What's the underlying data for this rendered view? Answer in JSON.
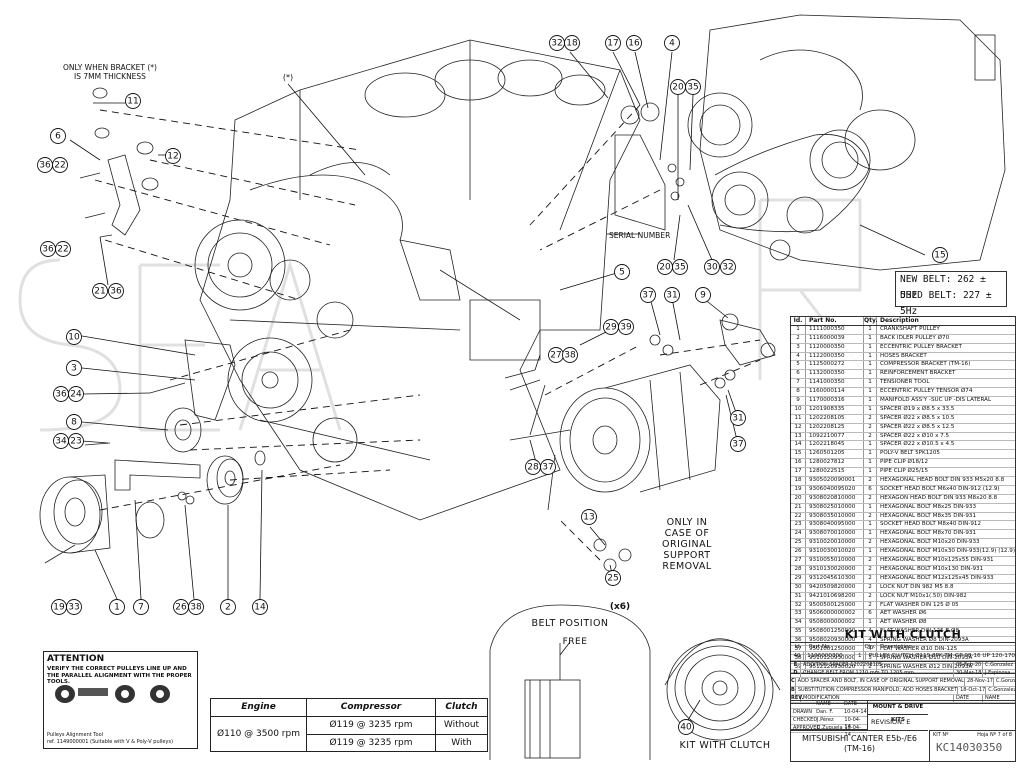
{
  "notes": {
    "bracket_note": [
      "ONLY WHEN BRACKET (*)",
      "IS 7MM THICKNESS"
    ],
    "asterisk": "(*)",
    "serial_number": "SERIAL NUMBER",
    "only_in_case": [
      "ONLY IN",
      "CASE OF",
      "ORIGINAL",
      "SUPPORT",
      "REMOVAL"
    ],
    "belt_position": "BELT POSITION",
    "free": "FREE",
    "kit_with_clutch_caption": "KIT WITH CLUTCH",
    "x6": "(x6)"
  },
  "belt": {
    "new_label": "NEW BELT:",
    "new_value": "262 ± 5Hz",
    "used_label": "USED BELT:",
    "used_value": "227 ± 5Hz"
  },
  "callouts": [
    {
      "id": "c32",
      "text": "32"
    },
    {
      "id": "c18",
      "text": "18"
    },
    {
      "id": "c17",
      "text": "17"
    },
    {
      "id": "c16",
      "text": "16"
    },
    {
      "id": "c4",
      "text": "4"
    },
    {
      "id": "c20a",
      "text": "20"
    },
    {
      "id": "c35a",
      "text": "35"
    },
    {
      "id": "c11",
      "text": "11"
    },
    {
      "id": "c6",
      "text": "6"
    },
    {
      "id": "c12",
      "text": "12"
    },
    {
      "id": "c36a",
      "text": "36"
    },
    {
      "id": "c22a",
      "text": "22"
    },
    {
      "id": "c36b",
      "text": "36"
    },
    {
      "id": "c22b",
      "text": "22"
    },
    {
      "id": "c21",
      "text": "21"
    },
    {
      "id": "c36c",
      "text": "36"
    },
    {
      "id": "c20b",
      "text": "20"
    },
    {
      "id": "c35b",
      "text": "35"
    },
    {
      "id": "c30",
      "text": "30"
    },
    {
      "id": "c32b",
      "text": "32"
    },
    {
      "id": "c15",
      "text": "15"
    },
    {
      "id": "c5",
      "text": "5"
    },
    {
      "id": "c37a",
      "text": "37"
    },
    {
      "id": "c31a",
      "text": "31"
    },
    {
      "id": "c9",
      "text": "9"
    },
    {
      "id": "c29",
      "text": "29"
    },
    {
      "id": "c39",
      "text": "39"
    },
    {
      "id": "c10",
      "text": "10"
    },
    {
      "id": "c3",
      "text": "3"
    },
    {
      "id": "c27a",
      "text": "27"
    },
    {
      "id": "c38a",
      "text": "38"
    },
    {
      "id": "c36d",
      "text": "36"
    },
    {
      "id": "c24",
      "text": "24"
    },
    {
      "id": "c8",
      "text": "8"
    },
    {
      "id": "c31b",
      "text": "31"
    },
    {
      "id": "c34",
      "text": "34"
    },
    {
      "id": "c23",
      "text": "23"
    },
    {
      "id": "c37b",
      "text": "37"
    },
    {
      "id": "c28",
      "text": "28"
    },
    {
      "id": "c37c",
      "text": "37"
    },
    {
      "id": "c13",
      "text": "13"
    },
    {
      "id": "c25",
      "text": "25"
    },
    {
      "id": "c19",
      "text": "19"
    },
    {
      "id": "c33",
      "text": "33"
    },
    {
      "id": "c1",
      "text": "1"
    },
    {
      "id": "c7",
      "text": "7"
    },
    {
      "id": "c26",
      "text": "26"
    },
    {
      "id": "c38b",
      "text": "38"
    },
    {
      "id": "c2",
      "text": "2"
    },
    {
      "id": "c14",
      "text": "14"
    },
    {
      "id": "c40",
      "text": "40"
    }
  ],
  "parts_list": {
    "headers": [
      "Id.",
      "Part No.",
      "Qty.",
      "Description"
    ],
    "rows": [
      [
        "1",
        "1111000350",
        "1",
        "CRANKSHAFT PULLEY"
      ],
      [
        "2",
        "1116000039",
        "1",
        "BACK IDLER PULLEY Ø70"
      ],
      [
        "3",
        "1120000350",
        "1",
        "ECCENTRIC PULLEY BRACKET"
      ],
      [
        "4",
        "1122000350",
        "1",
        "HOSES BRACKET"
      ],
      [
        "5",
        "1125000272",
        "1",
        "COMPRESSOR BRACKET (TM-16)"
      ],
      [
        "6",
        "1132000350",
        "1",
        "REINFORCEMENT BRACKET"
      ],
      [
        "7",
        "1141000350",
        "1",
        "TENSIONER TOOL"
      ],
      [
        "8",
        "1160000114",
        "1",
        "ECCENTRIC PULLEY TENSOR Ø74"
      ],
      [
        "9",
        "1170000316",
        "1",
        "MANIFOLD ASS'Y -SUC UP -DIS LATERAL"
      ],
      [
        "10",
        "1201908335",
        "1",
        "SPACER Ø19 x Ø8.5 x 33.5"
      ],
      [
        "11",
        "1202208105",
        "2",
        "SPACER Ø22 x Ø8.5 x 10.5"
      ],
      [
        "12",
        "1202208125",
        "2",
        "SPACER Ø22 x Ø8.5 x 12.5"
      ],
      [
        "13",
        "1092210077",
        "2",
        "SPACER Ø22 x Ø10 x 7.5"
      ],
      [
        "14",
        "1202218045",
        "1",
        "SPACER Ø22 x Ø10.5 x 4.5"
      ],
      [
        "15",
        "1260501205",
        "1",
        "POLY-V BELT 5PK1205"
      ],
      [
        "16",
        "1280027812",
        "1",
        "PIPE CLIP Ø18/12"
      ],
      [
        "17",
        "1280022515",
        "1",
        "PIPE CLIP Ø25/15"
      ],
      [
        "18",
        "9305020090001",
        "2",
        "HEXAGONAL HEAD BOLT DIN 933 M5x20 8.8"
      ],
      [
        "19",
        "9306040095020",
        "6",
        "SOCKET HEAD BOLT M6x40 DIN-912 (12.9)"
      ],
      [
        "20",
        "9308020810000",
        "2",
        "HEXAGON HEAD BOLT DIN 933 M8x20 8.8"
      ],
      [
        "21",
        "9308025010000",
        "1",
        "HEXAGONAL BOLT M8x25 DIN-933"
      ],
      [
        "22",
        "9308035010000",
        "2",
        "HEXAGONAL BOLT M8x35 DIN-931"
      ],
      [
        "23",
        "9308040095000",
        "1",
        "SOCKET HEAD BOLT M8x40 DIN-912"
      ],
      [
        "24",
        "9308070010000",
        "1",
        "HEXAGONAL BOLT M8x70 DIN-931"
      ],
      [
        "25",
        "9310020010000",
        "2",
        "HEXAGONAL BOLT M10x20 DIN-933"
      ],
      [
        "26",
        "9310030010020",
        "1",
        "HEXAGONAL BOLT M10x30 DIN-933(12.9)  (12.9)"
      ],
      [
        "27",
        "9310055010000",
        "2",
        "HEXAGONAL BOLT M10x125x55 DIN-931"
      ],
      [
        "28",
        "9310130020000",
        "2",
        "HEXAGONAL BOLT M10x130 DIN-931"
      ],
      [
        "29",
        "9312045610300",
        "2",
        "HEXAGONAL BOLT M12x125x45 DIN-933"
      ],
      [
        "30",
        "9420509820000",
        "2",
        "LOCK NUT DIN 982 M5 8.8"
      ],
      [
        "31",
        "9421010698200",
        "2",
        "LOCK NUT M10x1(.50) DIN-982"
      ],
      [
        "32",
        "9500500125000",
        "2",
        "FLAT WASHER DIN 125 Ø 05"
      ],
      [
        "33",
        "9506000000002",
        "6",
        "AET WASHER Ø6"
      ],
      [
        "34",
        "9508000000002",
        "1",
        "AET WASHER Ø8"
      ],
      [
        "35",
        "9508001250000",
        "4",
        "FLAT WASHER DIN 125 B Ø8"
      ],
      [
        "36",
        "9508020930000",
        "4",
        "SPRING WASHER Ø8 DIN-2093A"
      ],
      [
        "37",
        "9501001250000",
        "4",
        "FLAT WASHER Ø10 DIN-125"
      ],
      [
        "38",
        "9510120930000",
        "3",
        "SPRING WASHER Ø10 DIN-2093A"
      ],
      [
        "39",
        "9512120930020",
        "2",
        "SPRING WASHER Ø12 DIN-2093A"
      ]
    ]
  },
  "kit": {
    "title": "KIT WITH CLUTCH",
    "rows": [
      [
        "Id.",
        "Part No.",
        "Qty.",
        "Description"
      ],
      [
        "40",
        "1196000300",
        "1",
        "PULLEY CLUTCH Ø119 8PK TM-GP 08-16 UP 120-170"
      ]
    ]
  },
  "revisions": [
    [
      "E",
      "ADDITION SPACER 1202208105",
      "05-Feb-20",
      "C.Gonzalez"
    ],
    [
      "D",
      "CHANGE BELT FROM 1210 mm TO 1205 mm.",
      "30-Mar-18",
      "J.Espinosa"
    ],
    [
      "C",
      "ADD SPACER AND BOLT, IN CASE OF ORIGINAL SUPPORT REMOVAL",
      "28-Nov-17",
      "C.Gonzalez"
    ],
    [
      "B",
      "SUBSTITUTION COMPRESSOR MANIFOLD; ADD HOSES BRACKET",
      "18-Oct-17",
      "C.Gonzalez"
    ],
    [
      "REV.",
      "MODIFICATION",
      "DATE",
      "NAME"
    ]
  ],
  "title_block": {
    "sign_rows": [
      [
        "",
        "NAME",
        "DATE"
      ],
      [
        "DRAWN",
        "Dan. F.",
        "10-04-14"
      ],
      [
        "CHECKED",
        "J.Pérez",
        "10-04-14"
      ],
      [
        "APPROVED",
        "C.Zuquela",
        "10-04-14"
      ]
    ],
    "department": "MOUNT & DRIVE KITS",
    "revision": "REVISION:  E",
    "title": "MITSUBISHI CANTER E5b-/E6",
    "subtitle": "(TM-16)",
    "kit_label": "KIT Nº",
    "page": "Hoja Nº  7 of 8",
    "code": "KC14030350"
  },
  "attention": {
    "title": "ATTENTION",
    "text": "VERIFY THE CORRECT PULLEYS LINE UP AND THE PARALLEL ALIGNMENT WITH THE PROPER TOOLS.",
    "tool": "Pulleys Alignment Tool",
    "ref": "ref. 1149000001 (Suitable with V & Poly-V pulleys)"
  },
  "spec": {
    "headers": [
      "Engine",
      "Compressor",
      "Clutch"
    ],
    "engine": "Ø110 @ 3500 rpm",
    "rows": [
      [
        "Ø119 @ 3235 rpm",
        "Without"
      ],
      [
        "Ø119 @ 3235 rpm",
        "With"
      ]
    ]
  }
}
